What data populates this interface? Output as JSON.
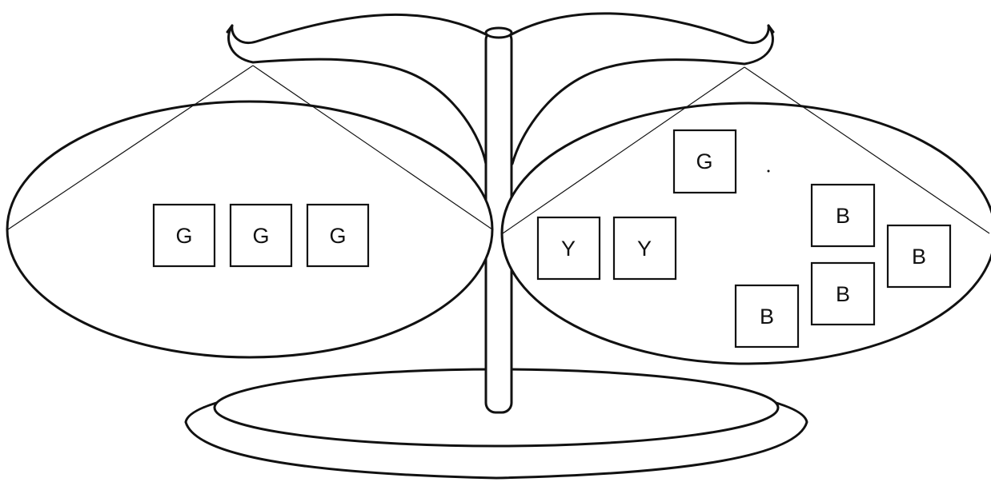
{
  "left_pan": {
    "blocks": [
      {
        "label": "G"
      },
      {
        "label": "G"
      },
      {
        "label": "G"
      }
    ]
  },
  "right_pan": {
    "blocks": [
      {
        "label": "G"
      },
      {
        "label": "Y"
      },
      {
        "label": "Y"
      },
      {
        "label": "B"
      },
      {
        "label": "B"
      },
      {
        "label": "B"
      },
      {
        "label": "B"
      }
    ]
  }
}
